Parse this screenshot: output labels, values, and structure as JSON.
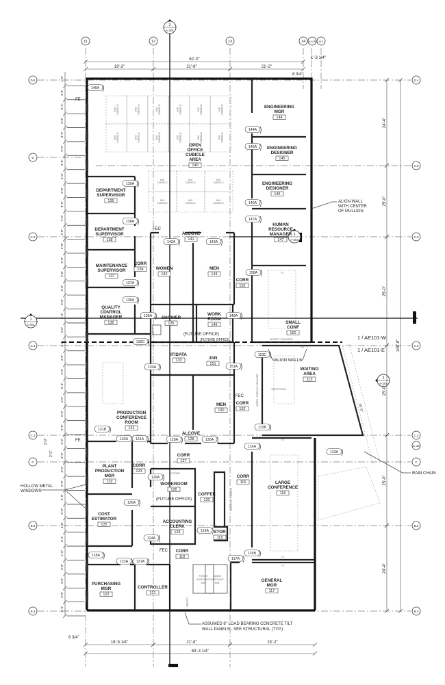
{
  "drawing": {
    "grid_columns": [
      "11",
      "12",
      "13",
      "14",
      "14.05",
      "14.1"
    ],
    "grid_rows": [
      "D.4",
      "D",
      "C.9",
      "C.6",
      "C.4",
      "C.2",
      "C.19",
      "C",
      "B.6",
      "B.3"
    ],
    "section_markers": [
      {
        "num": "3",
        "sheet": "A-301"
      },
      {
        "num": "1",
        "sheet": "A-301"
      },
      {
        "num": "3",
        "sheet": "A-304"
      },
      {
        "num": "2",
        "sheet": "A-204"
      }
    ],
    "top_dims": {
      "overall": "62'-0\"",
      "segments": [
        "19'-2\"",
        "21'-8\"",
        "21'-2\""
      ],
      "offset": "1'-3 1/4\"",
      "small": "8 3/4\""
    },
    "bottom_dims": {
      "overall": "63'-3 1/4\"",
      "segments": [
        "18'-5 1/4\"",
        "21'-8\"",
        "23'-2\""
      ],
      "small": "8 3/4\""
    },
    "right_dims": {
      "overall": "146'-8\"",
      "segments": [
        "24'-4\"",
        "25'-0\"",
        "25'-0\"",
        "25'-0\"",
        "25'-0\"",
        "24'-4\""
      ]
    },
    "left_dims": [
      "1'-5\"",
      "4'-0\"",
      "3'-4\"",
      "2'-8\"",
      "3'-0\"",
      "5'-0\"",
      "3'-0\"",
      "4'-0\"",
      "9'-8\"",
      "3'-0\"",
      "7'-0\"",
      "3'-0\"",
      "2'-8\"",
      "6'-0\"",
      "3'-0\"",
      "5'-0\"",
      "3'-0\"",
      "4'-0\"",
      "3'-0\"",
      "3'-8\"",
      "4'-0\"",
      "4'-0\"",
      "5'-0\"",
      "4'-0\"",
      "5'-0\"",
      "2'-0\"",
      "3'-0\"",
      "4'-0\"",
      "3'-0\"",
      "5'-0\"",
      "3'-0\"",
      "5'-0\"",
      "4'-8\"",
      "3'-4\"",
      "2'-0\"",
      "3'-0\"",
      "4'-0\"",
      "3'-0\"",
      "5'-0\""
    ],
    "swing_dims": [
      "2'-0\"",
      "2'-0\""
    ]
  },
  "rooms": [
    {
      "lines": [
        "OPEN",
        "OFFICE",
        "CUBICLE",
        "AREA"
      ],
      "num": "140"
    },
    {
      "lines": [
        "ENGINEERING",
        "MGR"
      ],
      "num": "144"
    },
    {
      "lines": [
        "ENGINEERING",
        "DESIGNER"
      ],
      "num": "145"
    },
    {
      "lines": [
        "ENGINEERING",
        "DESIGNER"
      ],
      "num": "146"
    },
    {
      "lines": [
        "HUMAN",
        "RESOURCE",
        "MANAGER"
      ],
      "num": "147"
    },
    {
      "lines": [
        "DEPARTMENT",
        "SUPERVISOR"
      ],
      "num": "139"
    },
    {
      "lines": [
        "DEPARTMENT",
        "SUPERVISOR"
      ],
      "num": "138"
    },
    {
      "lines": [
        "MAINTENANCE",
        "SUPERVISOR"
      ],
      "num": "137"
    },
    {
      "lines": [
        "CORR"
      ],
      "num": "134"
    },
    {
      "lines": [
        "QUALITY",
        "CONTROL",
        "MANAGER"
      ],
      "num": "136"
    },
    {
      "lines": [
        "ALCOVE"
      ],
      "num": "141"
    },
    {
      "lines": [
        "WOMEN"
      ],
      "num": "142"
    },
    {
      "lines": [
        "MEN"
      ],
      "num": "143"
    },
    {
      "lines": [
        "CORR"
      ],
      "num": "152"
    },
    {
      "lines": [
        "SHOWER"
      ],
      "num": "135"
    },
    {
      "lines": [
        "WORK",
        "ROOM"
      ],
      "num": "149"
    },
    {
      "lines": [
        "SMALL",
        "CONF"
      ],
      "num": "150"
    },
    {
      "lines": [
        "IT/DATA"
      ],
      "num": "133"
    },
    {
      "lines": [
        "JAN"
      ],
      "num": "151"
    },
    {
      "lines": [
        "MEN"
      ],
      "num": "130"
    },
    {
      "lines": [
        "CORR"
      ],
      "num": "152"
    },
    {
      "lines": [
        "WAITING",
        "AREA"
      ],
      "num": "113"
    },
    {
      "lines": [
        "PRODUCTION",
        "CONFERENCE",
        "ROOM"
      ],
      "num": "131"
    },
    {
      "lines": [
        "ALCOVE"
      ],
      "num": "128"
    },
    {
      "lines": [
        "CORR"
      ],
      "num": "127"
    },
    {
      "lines": [
        "PLANT",
        "PRODUCTION",
        "MGR"
      ],
      "num": "132"
    },
    {
      "lines": [
        "CORR"
      ],
      "num": "123"
    },
    {
      "lines": [
        "WORKROOM"
      ],
      "num": "126"
    },
    {
      "lines": [
        "COFFEE"
      ],
      "num": "120"
    },
    {
      "lines": [
        "CORR"
      ],
      "num": "115"
    },
    {
      "lines": [
        "LARGE",
        "CONFERENCE"
      ],
      "num": "116"
    },
    {
      "lines": [
        "COST",
        "ESTIMATOR"
      ],
      "num": "125"
    },
    {
      "lines": [
        "ACCOUNTING",
        "CLERK"
      ],
      "num": "124"
    },
    {
      "lines": [
        "STOR"
      ],
      "num": "119"
    },
    {
      "lines": [
        "CORR"
      ],
      "num": "118"
    },
    {
      "lines": [
        "PURCHASING",
        "MGR"
      ],
      "num": "122"
    },
    {
      "lines": [
        "CONTROLLER"
      ],
      "num": "121"
    },
    {
      "lines": [
        "GENERAL",
        "MGR"
      ],
      "num": "117"
    }
  ],
  "door_tags": [
    "140A",
    "139A",
    "138A",
    "137A",
    "136A",
    "135A",
    "132C",
    "142A",
    "143A",
    "158A",
    "149A",
    "133A",
    "151A",
    "113C",
    "113B",
    "116A",
    "113A",
    "131B",
    "132A",
    "131A",
    "129A",
    "130A",
    "126A",
    "125A",
    "124A",
    "119A",
    "118A",
    "122A",
    "121A",
    "117A",
    "116B",
    "144A",
    "145A",
    "146A",
    "147A"
  ],
  "notes": {
    "future_office": "(FUTURE OFFICE)",
    "align_wall": [
      "ALIGN WALL",
      "WITH CENTER",
      "OF MULLION"
    ],
    "match_w": "1 / AE101-W",
    "match_e": "1 / AE101-E",
    "align_walls": "ALIGN WALLS",
    "rain_chain": "RAIN CHAIN",
    "hollow_metal": [
      "HOLLOW METAL",
      "WINDOWS"
    ],
    "tilt_wall": [
      "ASSUMED 8\" LOAD BEARING CONCRETE TILT",
      "WALL PANELS - SEE STRUCTURAL (TYP.)"
    ],
    "fe": "FE",
    "fec": "FEC",
    "tv": "TV",
    "cubicle": [
      "6X8",
      "CUBICLE"
    ],
    "reception": "RECEPTION",
    "buffet_counter": "BUFFET COUNTER",
    "work_display_counter": "WORK / DISPLAY COUNTER",
    "purch_assistant": [
      "PURCH",
      "ASSISTANT",
      "6X8"
    ],
    "admin_assistant": [
      "ADMIN",
      "ASSISTANT",
      "6X8"
    ],
    "copier": "COPIER",
    "waiting_angle_dim": "25'-0\""
  }
}
